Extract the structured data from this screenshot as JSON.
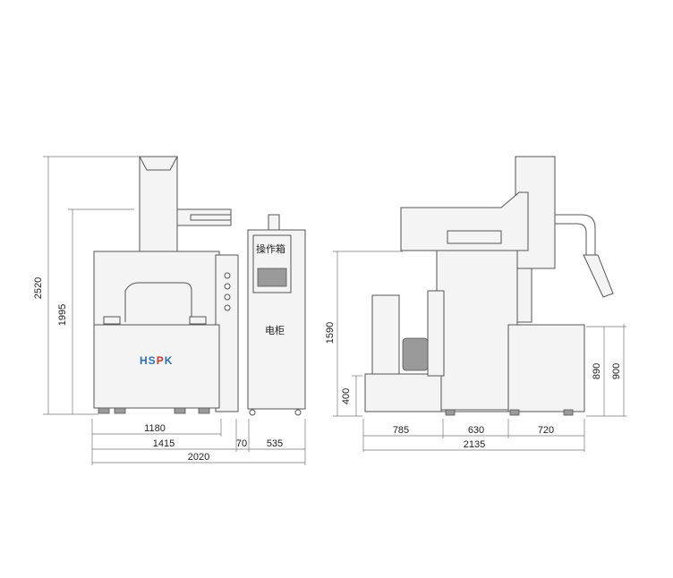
{
  "front_view": {
    "logo": "HSPK",
    "cabinet_label": "电柜",
    "control_box_label": "操作箱",
    "dims": {
      "height_total": "2520",
      "height_body": "1995",
      "width_machine": "1180",
      "width_base": "1415",
      "gap": "70",
      "width_cabinet": "535",
      "width_total": "2020"
    }
  },
  "side_view": {
    "dims": {
      "height_body": "1590",
      "height_tank": "400",
      "height_table": "890",
      "height_table_top": "900",
      "seg_left": "785",
      "seg_mid": "630",
      "seg_right": "720",
      "width_total": "2135"
    }
  },
  "colors": {
    "logo_blue": "#2f6fb3",
    "logo_red": "#d0342c",
    "line": "#555555"
  }
}
